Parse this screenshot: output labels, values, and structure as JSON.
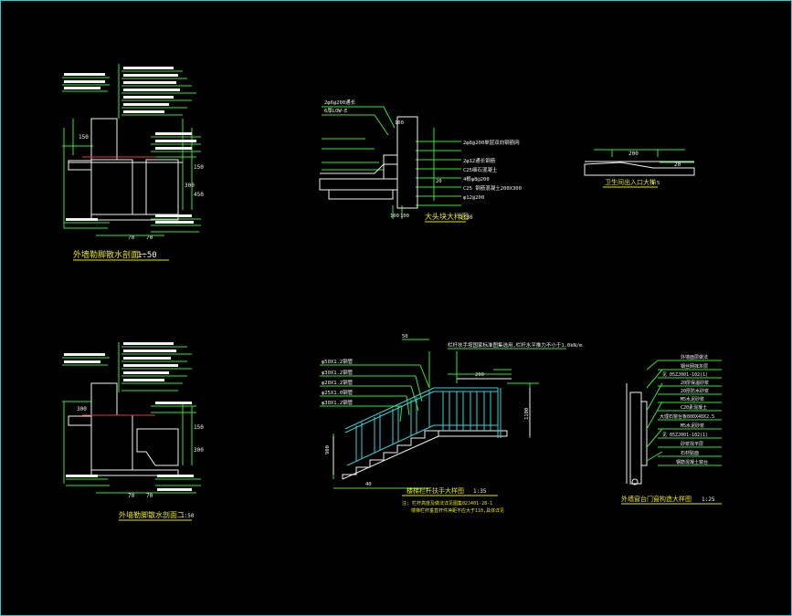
{
  "colors": {
    "background": "#000000",
    "frame": "#1fd3d3",
    "leader": "#2ee82e",
    "text": "#f2f2f2",
    "title": "#e8e800",
    "rail": "#2bd9d9"
  },
  "drawings": {
    "wall_section_1": {
      "title": "外墙勒脚散水剖面一",
      "scale": "1:50",
      "dims": [
        "150",
        "300",
        "150",
        "450",
        "70",
        "70"
      ]
    },
    "wall_section_2": {
      "title": "外墙勒脚散水剖面二",
      "scale": "1:50",
      "dims": [
        "300",
        "150",
        "300",
        "70",
        "70"
      ]
    },
    "step_detail": {
      "title": "大头块大样图",
      "scale": "1:30",
      "labels": [
        "2φ6@200通长",
        "6厚LOW-E",
        "2φ8@200单层双向钢筋网",
        "2φ12通长钢筋",
        "C25细石混凝土",
        "4根φ8@200",
        "C25 钢筋混凝土200X300",
        "φ12@200",
        "100"
      ],
      "dims": [
        "100",
        "100",
        "20"
      ]
    },
    "entry_detail": {
      "title": "卫生间出入口大样",
      "scale": "1:5",
      "dims": [
        "200",
        "20"
      ]
    },
    "railing": {
      "title": "楼梯栏杆扶手大样图",
      "scale": "1:35",
      "labels": [
        "φ50X1.2钢管",
        "φ30X1.2钢管",
        "φ20X1.2钢管",
        "φ25X1.0钢管",
        "φ30X1.2钢管"
      ],
      "top_note": "栏杆扶手按国家标准图集选用,栏杆水平推力不小于1.0kN/m",
      "dims": [
        "50",
        "1100",
        "900",
        "200"
      ],
      "notes": [
        "注: 栏杆高度及做法详见图集02J401-28-1",
        "楼梯栏杆垂直杆件净距不应大于110,具体详见"
      ]
    },
    "door_detail": {
      "title": "外墙窗台门窗构造大样图",
      "scale": "1:25",
      "labels": [
        "外墙面层做法",
        "钢丝网抹灰层",
        "见 05ZJ001-102(1)",
        "20厚保温砂浆",
        "20厚防水砂浆",
        "M5水泥砂浆",
        "C20素混凝土",
        "大理石窗台板800X40X2.5",
        "M5水泥砂浆",
        "见 05ZJ001-102(1)",
        "砂浆找平层",
        "石材贴面",
        "钢筋混凝土窗台"
      ]
    }
  }
}
